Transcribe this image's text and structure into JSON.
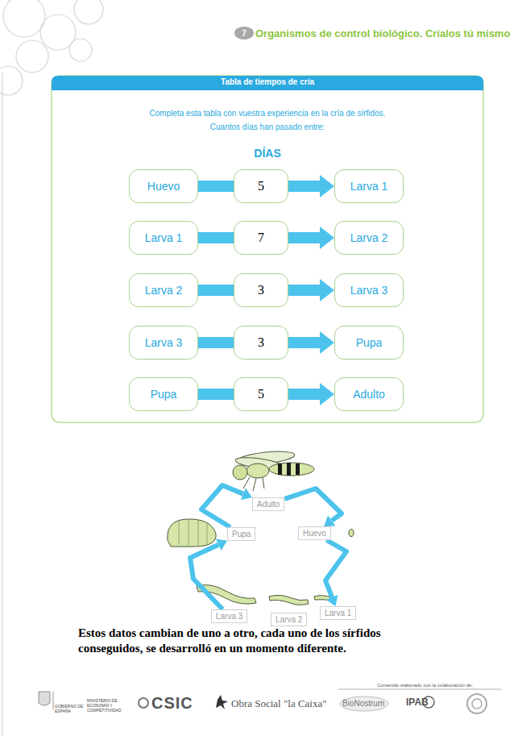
{
  "diagram": {
    "title": "Tabla de tiempos de cría",
    "nodes": [
      {
        "text": [
          "7"
        ]
      },
      {
        "text": [
          "Huevo"
        ]
      },
      {
        "text": [
          "5"
        ]
      },
      {
        "text": [
          "Larva 1"
        ]
      },
      {
        "text": [
          "Larva 1"
        ]
      },
      {
        "text": [
          "7"
        ]
      },
      {
        "text": [
          "Larva 2"
        ]
      },
      {
        "text": [
          "Larva 2"
        ]
      },
      {
        "text": [
          "3"
        ]
      },
      {
        "text": [
          "Larva 3"
        ]
      },
      {
        "text": [
          "Larva 3"
        ]
      },
      {
        "text": [
          "3"
        ]
      },
      {
        "text": [
          "Pupa"
        ]
      },
      {
        "text": [
          "Pupa"
        ]
      },
      {
        "text": [
          "5"
        ]
      },
      {
        "text": [
          "Adulto"
        ]
      },
      {
        "text": [
          "Adulto"
        ]
      },
      {
        "text": [
          "Huevo"
        ]
      },
      {
        "text": [
          "Larva 1"
        ]
      },
      {
        "text": [
          "Larva 2"
        ]
      },
      {
        "text": [
          "Larva 3"
        ]
      },
      {
        "text": [
          "Pupa"
        ]
      }
    ],
    "edges": [
      {
        "from": 1,
        "to": 2,
        "arrow": "none"
      },
      {
        "from": 2,
        "to": 3,
        "arrow": "to"
      },
      {
        "from": 4,
        "to": 5,
        "arrow": "none"
      },
      {
        "from": 5,
        "to": 6,
        "arrow": "to"
      },
      {
        "from": 7,
        "to": 8,
        "arrow": "none"
      },
      {
        "from": 8,
        "to": 9,
        "arrow": "to"
      },
      {
        "from": 10,
        "to": 11,
        "arrow": "none"
      },
      {
        "from": 11,
        "to": 12,
        "arrow": "to"
      },
      {
        "from": 13,
        "to": 14,
        "arrow": "none"
      },
      {
        "from": 14,
        "to": 15,
        "arrow": "to"
      },
      {
        "from": 16,
        "to": 17,
        "arrow": "to"
      },
      {
        "from": 17,
        "to": 18,
        "arrow": "to"
      },
      {
        "from": 20,
        "to": 21,
        "arrow": "to"
      },
      {
        "from": 21,
        "to": 16,
        "arrow": "to"
      }
    ],
    "labels": [
      "Organismos de control biológico. Críalos tú mismo",
      "Completa esta tabla con vuestra experiencia en la cría de sírfidos.",
      "Cuantos días han pasado entre:",
      "DÍAS",
      "Estos datos cambian de uno a otro, cada uno de los sírfidos conseguidos, se desarrolló en un momento diferente.",
      "GOBIERNO DE ESPAÑA",
      "MINISTERIO DE ECONOMÍA Y COMPETITIVIDAD",
      "CSIC",
      "Obra Social \"la Caixa\"",
      "Contenido elaborado con la colaboración de:",
      "BioNostrum",
      "IPAB"
    ]
  }
}
